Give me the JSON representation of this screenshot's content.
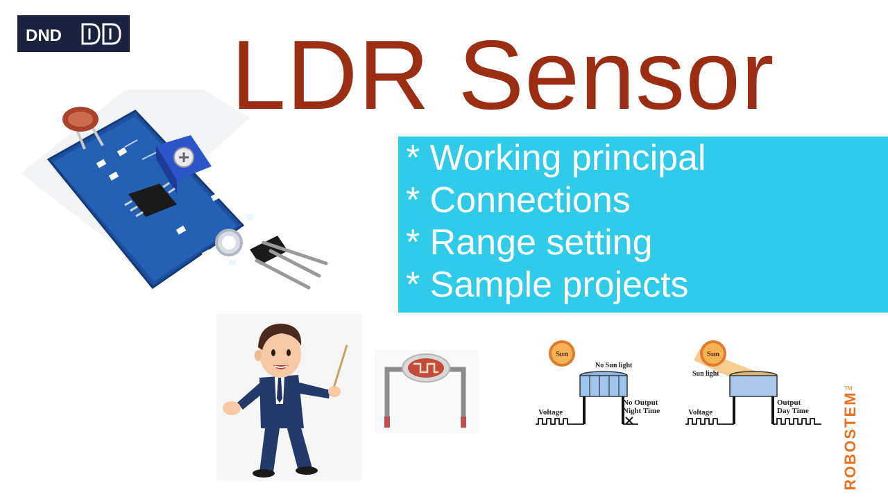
{
  "logo": {
    "text": "DND"
  },
  "title": "LDR Sensor",
  "bullets": [
    "* Working principal",
    "* Connections",
    "* Range setting",
    "* Sample projects"
  ],
  "circuit": {
    "left": {
      "sun": "Sun",
      "light_label": "No Sun light",
      "input_label": "Voltage",
      "output_line1": "No Output",
      "output_line2": "Night Time"
    },
    "right": {
      "sun": "Sun",
      "light_label": "Sun light",
      "input_label": "Voltage",
      "output_line1": "Output",
      "output_line2": "Day Time"
    }
  },
  "brand": {
    "name": "ROBOSTEM",
    "tm": "TM"
  },
  "colors": {
    "title": "#9b2d13",
    "bullet_bg": "#30cbe9",
    "logo_bg": "#1b2240",
    "brand": "#e8701f"
  }
}
